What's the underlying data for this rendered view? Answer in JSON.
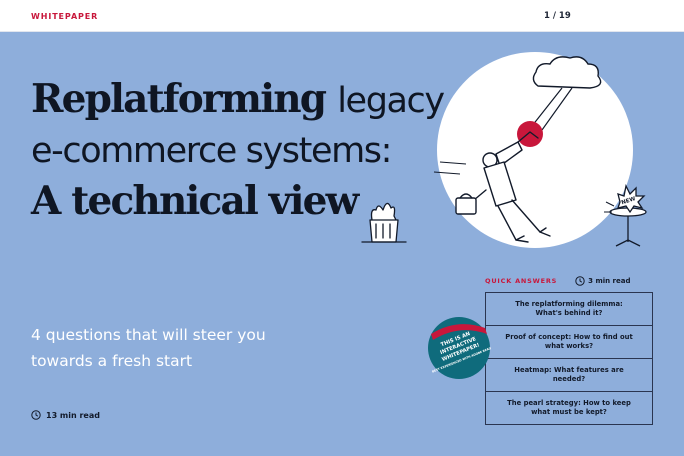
{
  "header": {
    "tag": "WHITEPAPER",
    "page_indicator": "1 / 19"
  },
  "hero": {
    "title_line1_a": "Replatforming",
    "title_line1_b": "legacy",
    "title_line2": "e-commerce systems:",
    "title_line3": "A technical view",
    "subtitle": "4 questions that will steer you towards a fresh start",
    "read_time": "13 min read",
    "illustration_sign": "NEW"
  },
  "quick_answers": {
    "label": "QUICK ANSWERS",
    "read_time": "3 min read",
    "items": [
      "The replatforming dilemma: What's behind it?",
      "Proof of concept: How to find out what works?",
      "Heatmap: What features are needed?",
      "The pearl strategy: How to keep what must be kept?"
    ]
  },
  "badge": {
    "line1": "THIS IS AN",
    "line2": "INTERACTIVE",
    "line3": "WHITEPAPER!",
    "sub": "BEST EXPERIENCED WITH ADOBE READER"
  },
  "colors": {
    "background": "#8eaedb",
    "accent": "#c8173b",
    "badge": "#0f6b7c",
    "text": "#121a2a"
  },
  "icons": [
    "clock-icon"
  ]
}
